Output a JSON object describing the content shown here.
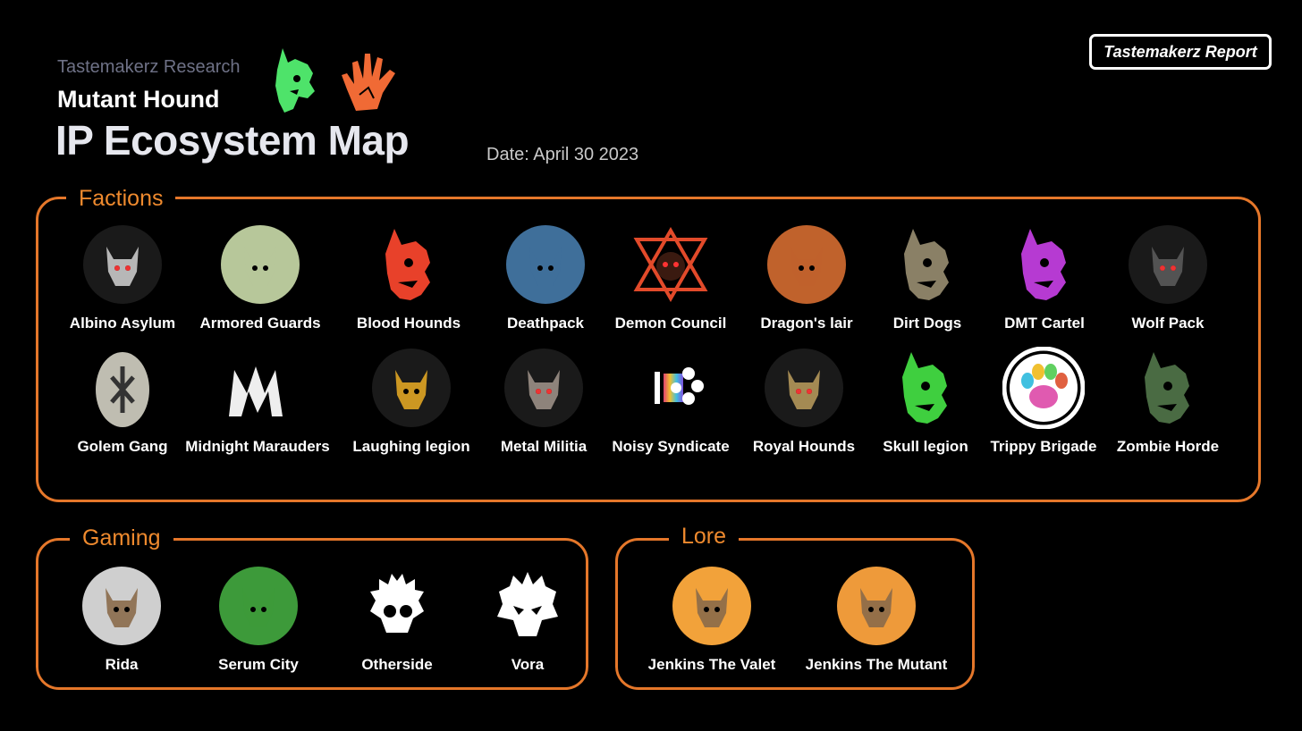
{
  "header": {
    "subtitle": "Tastemakerz Research",
    "name": "Mutant Hound",
    "title": "IP Ecosystem Map",
    "date": "Date: April 30 2023",
    "report_button": "Tastemakerz Report"
  },
  "colors": {
    "accent": "#e5772a",
    "label": "#ef8a2e",
    "background": "#000000",
    "logo_green": "#4ee36a",
    "logo_orange": "#f06a35"
  },
  "factions": {
    "label": "Factions",
    "items": [
      {
        "label": "Albino Asylum",
        "icon": "white-wolf-shield-icon",
        "color": "#c9c9c9"
      },
      {
        "label": "Armored Guards",
        "icon": "green-hound-head-icon",
        "color": "#b7c79a"
      },
      {
        "label": "Blood Hounds",
        "icon": "red-dripping-hound-icon",
        "color": "#e8412a"
      },
      {
        "label": "Deathpack",
        "icon": "skull-hound-circle-icon",
        "color": "#3f6f9a"
      },
      {
        "label": "Demon Council",
        "icon": "demon-triangle-icon",
        "color": "#e24a2a"
      },
      {
        "label": "Dragon's lair",
        "icon": "dragon-head-icon",
        "color": "#c0622c"
      },
      {
        "label": "Dirt Dogs",
        "icon": "dirt-dog-head-icon",
        "color": "#8a8066"
      },
      {
        "label": "DMT Cartel",
        "icon": "psychedelic-hound-icon",
        "color": "#b63ad2"
      },
      {
        "label": "Wolf Pack",
        "icon": "wolf-emblem-icon",
        "color": "#5a5a5a"
      },
      {
        "label": "Golem Gang",
        "icon": "rune-stone-icon",
        "color": "#bfbdb1"
      },
      {
        "label": "Midnight Marauders",
        "icon": "midnight-m-icon",
        "color": "#eeeeee"
      },
      {
        "label": "Laughing legion",
        "icon": "laughing-hound-icon",
        "color": "#e0a524"
      },
      {
        "label": "Metal Militia",
        "icon": "metal-gear-hound-icon",
        "color": "#9b8f86"
      },
      {
        "label": "Noisy Syndicate",
        "icon": "noisy-paw-icon",
        "color": "#d6d6d6"
      },
      {
        "label": "Royal Hounds",
        "icon": "royal-hound-crown-icon",
        "color": "#b4975a"
      },
      {
        "label": "Skull legion",
        "icon": "green-skull-hound-icon",
        "color": "#3fcf3f"
      },
      {
        "label": "Trippy Brigade",
        "icon": "trippy-paw-icon",
        "color": "#ffffff"
      },
      {
        "label": "Zombie Horde",
        "icon": "zombie-hound-icon",
        "color": "#4a6b43"
      }
    ]
  },
  "gaming": {
    "label": "Gaming",
    "items": [
      {
        "label": "Rida",
        "icon": "rida-avatar-icon",
        "color": "#cfcfcf"
      },
      {
        "label": "Serum City",
        "icon": "serum-city-icon",
        "color": "#3d9a3a"
      },
      {
        "label": "Otherside",
        "icon": "otherside-logo-icon",
        "color": "#ffffff"
      },
      {
        "label": "Vora",
        "icon": "vora-logo-icon",
        "color": "#ffffff"
      }
    ]
  },
  "lore": {
    "label": "Lore",
    "items": [
      {
        "label": "Jenkins The Valet",
        "icon": "jenkins-valet-avatar-icon",
        "color": "#f2a23a"
      },
      {
        "label": "Jenkins The Mutant",
        "icon": "jenkins-mutant-avatar-icon",
        "color": "#ee9a3a"
      }
    ]
  }
}
